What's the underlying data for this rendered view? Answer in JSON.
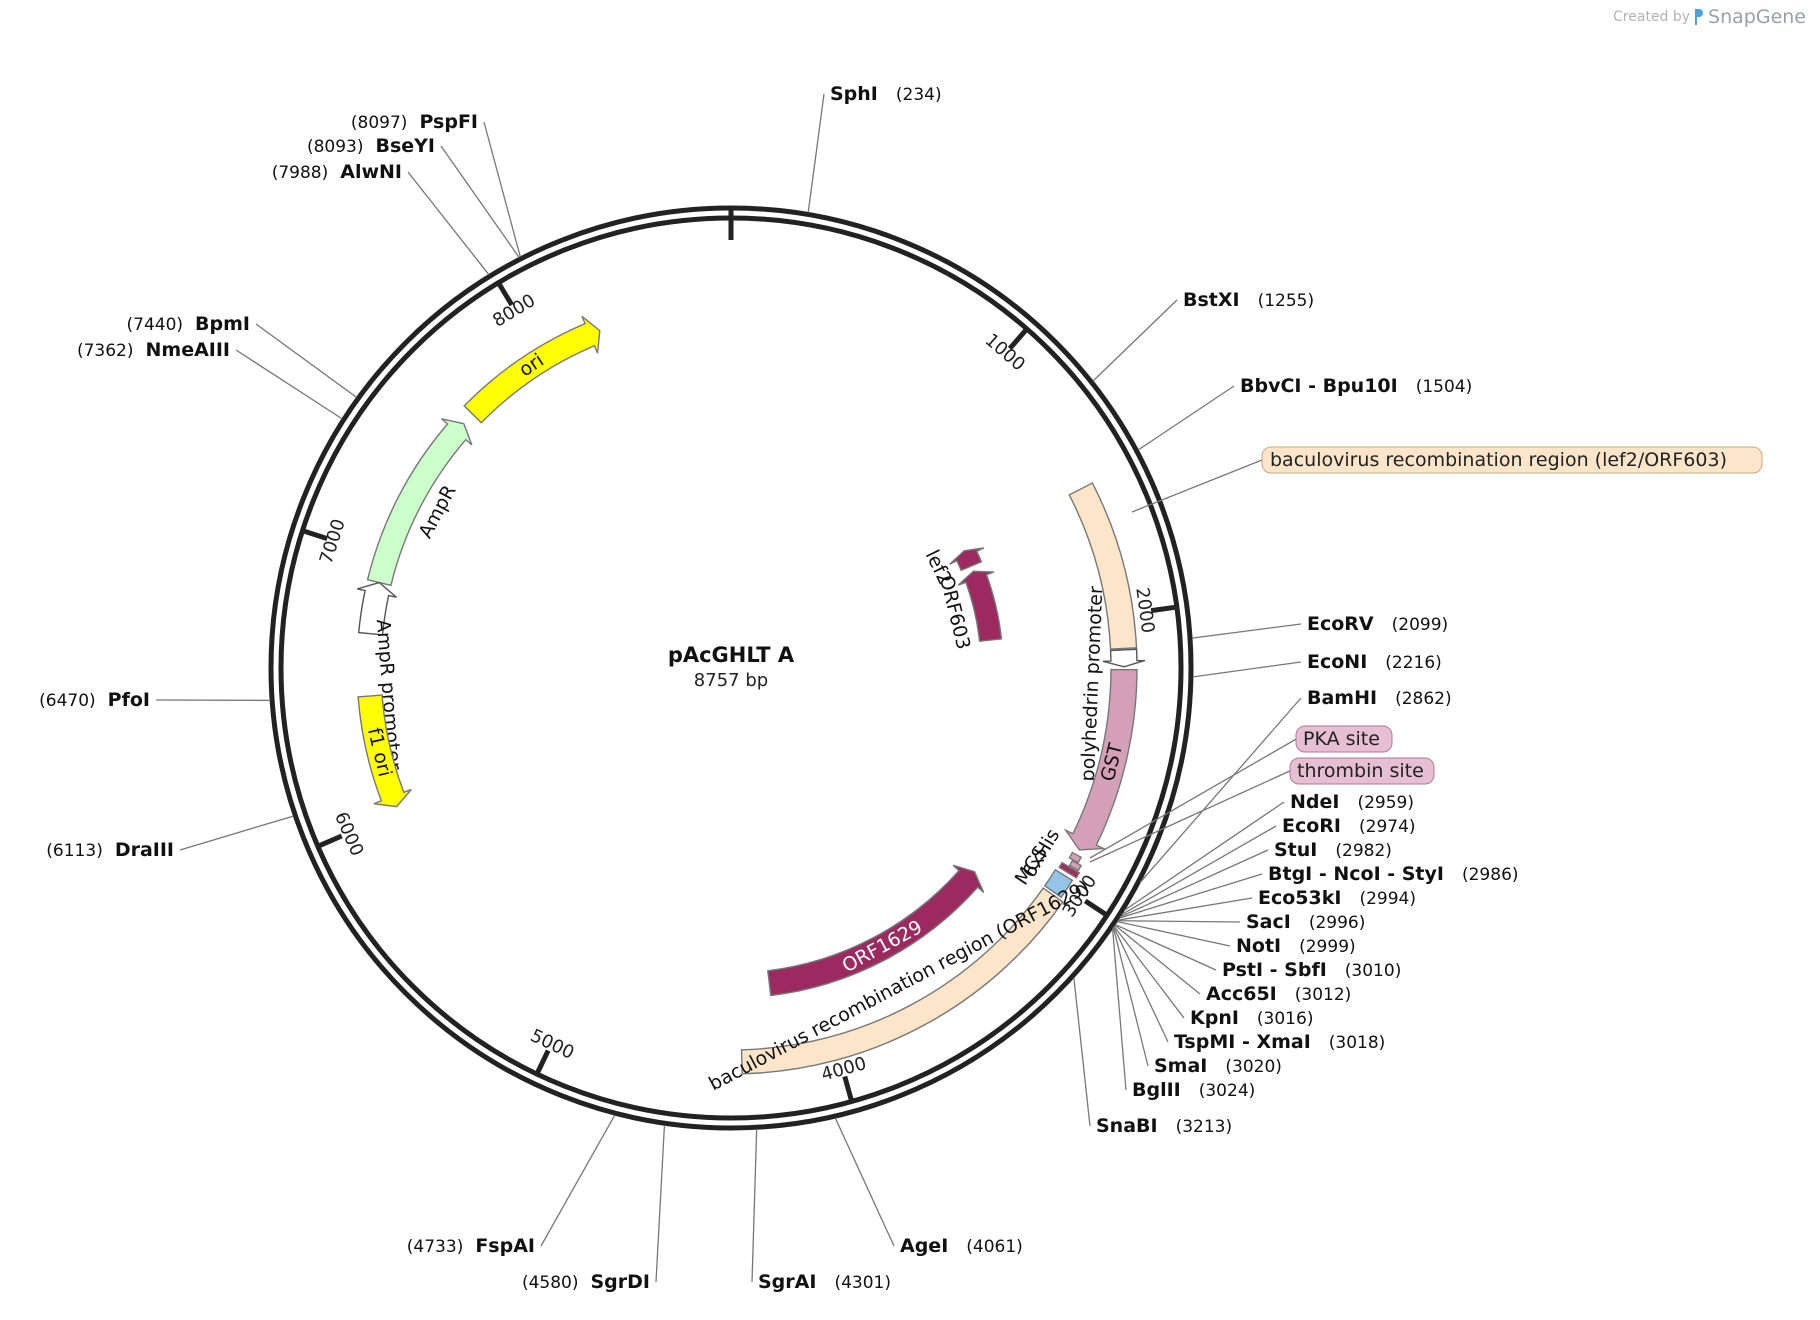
{
  "brand": {
    "created_by": "Created by",
    "app": "SnapGene"
  },
  "plasmid": {
    "name": "pAcGHLT A",
    "length": "8757 bp",
    "size_bp": 8757
  },
  "ticks": [
    {
      "bp": 1000,
      "label": "1000"
    },
    {
      "bp": 2000,
      "label": "2000"
    },
    {
      "bp": 3000,
      "label": "3000"
    },
    {
      "bp": 4000,
      "label": "4000"
    },
    {
      "bp": 5000,
      "label": "5000"
    },
    {
      "bp": 6000,
      "label": "6000"
    },
    {
      "bp": 7000,
      "label": "7000"
    },
    {
      "bp": 8000,
      "label": "8000"
    }
  ],
  "features": [
    {
      "name": "ori",
      "label": "ori",
      "start": 7650,
      "end": 8240,
      "direction": "forward",
      "color": "#ffff00",
      "label_in_arrow": true
    },
    {
      "name": "AmpR",
      "label": "AmpR",
      "start": 6900,
      "end": 7600,
      "direction": "forward",
      "color": "#ccffcc",
      "label_in_arrow": false
    },
    {
      "name": "AmpR promoter",
      "label": "AmpR promoter",
      "start": 6700,
      "end": 6900,
      "direction": "forward",
      "color": "#ffffff",
      "label_in_arrow": false
    },
    {
      "name": "f1 ori",
      "label": "f1 ori",
      "start": 6020,
      "end": 6460,
      "direction": "reverse",
      "color": "#ffff00",
      "label_in_arrow": true
    },
    {
      "name": "baculovirus recombination region (lef2/ORF603)",
      "label": "baculovirus recombination region (lef2/ORF603)",
      "start": 1530,
      "end": 2120,
      "direction": "none",
      "color": "#fde5c9",
      "label_in_arrow": false
    },
    {
      "name": "polyhedrin promoter",
      "label": "polyhedrin promoter",
      "start": 2125,
      "end": 2185,
      "direction": "forward",
      "color": "#ffffff",
      "label_in_arrow": false
    },
    {
      "name": "GST",
      "label": "GST",
      "start": 2195,
      "end": 2860,
      "direction": "forward",
      "color": "#d4a0b8",
      "label_in_arrow": true
    },
    {
      "name": "PKA site",
      "label": "PKA site",
      "start": 2880,
      "end": 2902,
      "direction": "none",
      "color": "#d4a0b8",
      "label_in_arrow": false
    },
    {
      "name": "thrombin site",
      "label": "thrombin site",
      "start": 2905,
      "end": 2925,
      "direction": "none",
      "color": "#d4a0b8",
      "label_in_arrow": false
    },
    {
      "name": "6xHis",
      "label": "6xHis",
      "start": 2930,
      "end": 2950,
      "direction": "none",
      "color": "#9c3060",
      "label_in_arrow": false
    },
    {
      "name": "MCS",
      "label": "MCS",
      "start": 2965,
      "end": 3035,
      "direction": "none",
      "color": "#94c4ea",
      "label_in_arrow": false
    },
    {
      "name": "baculovirus recombination region (ORF1629)",
      "label": "baculovirus recombination region (ORF1629)",
      "start": 3045,
      "end": 4340,
      "direction": "none",
      "color": "#fde5c9",
      "label_in_arrow": false
    },
    {
      "name": "ORF1629",
      "label": "ORF1629",
      "start": 3160,
      "end": 4210,
      "direction": "reverse",
      "color": "#9c2a60",
      "label_in_arrow": true
    },
    {
      "name": "ORF603",
      "label": "ORF603",
      "start": 1660,
      "end": 2040,
      "direction": "reverse",
      "color": "#9c2a60",
      "label_in_arrow": false
    },
    {
      "name": "lef2",
      "label": "lef2",
      "start": 1540,
      "end": 1630,
      "direction": "reverse",
      "color": "#9c2a60",
      "label_in_arrow": false
    }
  ],
  "sites": [
    {
      "name": "SphI",
      "pos": "(234)",
      "bp": 234
    },
    {
      "name": "BstXI",
      "pos": "(1255)",
      "bp": 1255
    },
    {
      "name": "BbvCI - Bpu10I",
      "pos": "(1504)",
      "bp": 1504
    },
    {
      "name": "EcoRV",
      "pos": "(2099)",
      "bp": 2099
    },
    {
      "name": "EcoNI",
      "pos": "(2216)",
      "bp": 2216
    },
    {
      "name": "BamHI",
      "pos": "(2862)",
      "bp": 2862
    },
    {
      "name": "NdeI",
      "pos": "(2959)",
      "bp": 2959
    },
    {
      "name": "EcoRI",
      "pos": "(2974)",
      "bp": 2974
    },
    {
      "name": "StuI",
      "pos": "(2982)",
      "bp": 2982
    },
    {
      "name": "BtgI - NcoI - StyI",
      "pos": "(2986)",
      "bp": 2986
    },
    {
      "name": "Eco53kI",
      "pos": "(2994)",
      "bp": 2994
    },
    {
      "name": "SacI",
      "pos": "(2996)",
      "bp": 2996
    },
    {
      "name": "NotI",
      "pos": "(2999)",
      "bp": 2999
    },
    {
      "name": "PstI - SbfI",
      "pos": "(3010)",
      "bp": 3010
    },
    {
      "name": "Acc65I",
      "pos": "(3012)",
      "bp": 3012
    },
    {
      "name": "KpnI",
      "pos": "(3016)",
      "bp": 3016
    },
    {
      "name": "TspMI - XmaI",
      "pos": "(3018)",
      "bp": 3018
    },
    {
      "name": "SmaI",
      "pos": "(3020)",
      "bp": 3020
    },
    {
      "name": "BglII",
      "pos": "(3024)",
      "bp": 3024
    },
    {
      "name": "SnaBI",
      "pos": "(3213)",
      "bp": 3213
    },
    {
      "name": "AgeI",
      "pos": "(4061)",
      "bp": 4061
    },
    {
      "name": "SgrAI",
      "pos": "(4301)",
      "bp": 4301
    },
    {
      "name": "SgrDI",
      "pos": "(4580)",
      "bp": 4580
    },
    {
      "name": "FspAI",
      "pos": "(4733)",
      "bp": 4733
    },
    {
      "name": "DraIII",
      "pos": "(6113)",
      "bp": 6113
    },
    {
      "name": "PfoI",
      "pos": "(6470)",
      "bp": 6470
    },
    {
      "name": "NmeAIII",
      "pos": "(7362)",
      "bp": 7362
    },
    {
      "name": "BpmI",
      "pos": "(7440)",
      "bp": 7440
    },
    {
      "name": "AlwNI",
      "pos": "(7988)",
      "bp": 7988
    },
    {
      "name": "BseYI",
      "pos": "(8093)",
      "bp": 8093
    },
    {
      "name": "PspFI",
      "pos": "(8097)",
      "bp": 8097
    }
  ]
}
